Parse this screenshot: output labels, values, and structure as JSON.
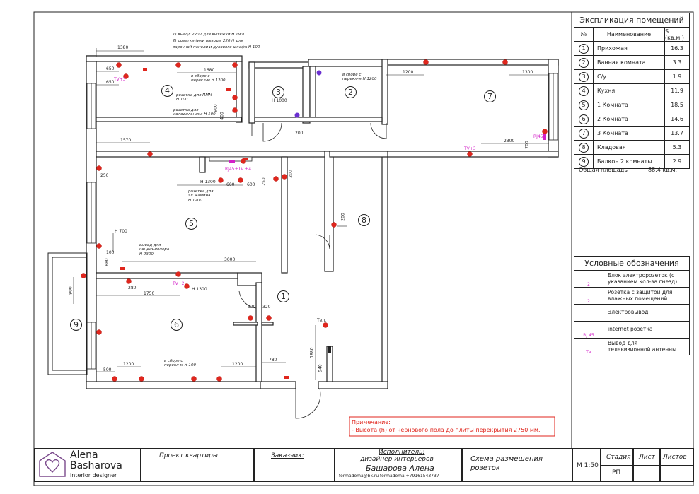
{
  "notes": {
    "kitchen_top_1": "1) вывод 220V для вытяжки Н 1900",
    "kitchen_top_2": "2) розетки (или выводы 220V) для",
    "kitchen_top_3": "варочной панели и духового шкафа Н 100",
    "pmm": "розетка для ПММ\nН 100",
    "fridge": "розетка для\nхолодильника Н 100",
    "kitchen_switch": "в сборе с\nперекл-м Н 1200",
    "bath_switch": "в сборе с\nперекл-м Н 1200",
    "fireplace": "розетка для\nэл. камина\nН 1200",
    "conditioner": "вывод для\nкондиционера\nН 2300",
    "room2_switch": "в сборе с\nперекл-м Н 100"
  },
  "dims": {
    "d1380": "1380",
    "d650a": "650",
    "d650b": "650",
    "d1680": "1680",
    "d900": "900",
    "d400": "400",
    "dH1000": "Н 1000",
    "d200a": "200",
    "d1200a": "1200",
    "d1300a": "1300",
    "d2300": "2300",
    "d700": "700",
    "d1570": "1570",
    "d250a": "250",
    "dH1300a": "Н 1300",
    "d600a": "600",
    "d600b": "600",
    "d250b": "250",
    "d200b": "200",
    "d200c": "200",
    "dH700": "Н 700",
    "d100": "100",
    "d880": "880",
    "d3000": "3000",
    "d900b": "900",
    "d280": "280",
    "d1750": "1750",
    "dH1300b": "Н 1300",
    "d320a": "320",
    "d320b": "320",
    "d1880": "1880",
    "d940": "940",
    "d780": "780",
    "d500": "500",
    "d1200b": "1200",
    "d1200c": "1200",
    "tel": "Тел."
  },
  "labels": {
    "tv3a": "TV+3",
    "tv3b": "TV+3",
    "tv2": "TV+2",
    "rj45tv": "RJ45+TV +4",
    "rj45b": "RJ45"
  },
  "rooms": [
    "1",
    "2",
    "3",
    "4",
    "5",
    "6",
    "7",
    "8",
    "9"
  ],
  "explication": {
    "title": "Экспликация помещений",
    "head": {
      "num": "№",
      "name": "Наименование",
      "area": "S (кв.м.)"
    },
    "rows": [
      {
        "num": "1",
        "name": "Прихожая",
        "area": "16.3"
      },
      {
        "num": "2",
        "name": "Ванная комната",
        "area": "3.3"
      },
      {
        "num": "3",
        "name": "С/у",
        "area": "1.9"
      },
      {
        "num": "4",
        "name": "Кухня",
        "area": "11.9"
      },
      {
        "num": "5",
        "name": "1 Комната",
        "area": "18.5"
      },
      {
        "num": "6",
        "name": "2 Комната",
        "area": "14.6"
      },
      {
        "num": "7",
        "name": "3 Комната",
        "area": "13.7"
      },
      {
        "num": "8",
        "name": "Кладовая",
        "area": "5.3"
      },
      {
        "num": "9",
        "name": "Балкон 2 комнаты",
        "area": "2.9"
      }
    ],
    "total_label": "Общая площадь",
    "total_value": "88.4 кв.м."
  },
  "legend": {
    "title": "Условные обозначения",
    "items": [
      {
        "text": "Блок электророзеток (с\nуказанием кол-ва гнезд)",
        "sub": "2"
      },
      {
        "text": "Розетка с защитой для\nвлажных помещений",
        "sub": "2"
      },
      {
        "text": "Электровывод"
      },
      {
        "text": "internet розетка",
        "sub": "RJ 45"
      },
      {
        "text": "Вывод для\nтелевизионной антенны",
        "sub": "TV"
      }
    ]
  },
  "remark": {
    "title": "Примечание:",
    "text": "- Высота (h) от чернового пола до плиты перекрытия 2750 мм."
  },
  "stamp": {
    "logo_line1": "Alena",
    "logo_line2": "Basharova",
    "logo_line3": "interior designer",
    "project": "Проект квартиры",
    "customer": "Заказчик:",
    "executor": "Исполнитель:",
    "executor_role": "дизайнер интерьеров",
    "executor_name": "Башарова Алена",
    "contacts": "formadoma@bk.ru   formadoma   +79161543737",
    "sheet_title": "Схема размещения\nрозеток",
    "scale": "М 1:50",
    "stage_label": "Стадия",
    "stage_value": "РП",
    "sheet_label": "Лист",
    "sheets_label": "Листов"
  },
  "colors": {
    "socket": "#e0261d",
    "wet": "#6a2fd0",
    "internet": "#d322c8",
    "wall": "#222222",
    "remark": "#e0261d"
  }
}
